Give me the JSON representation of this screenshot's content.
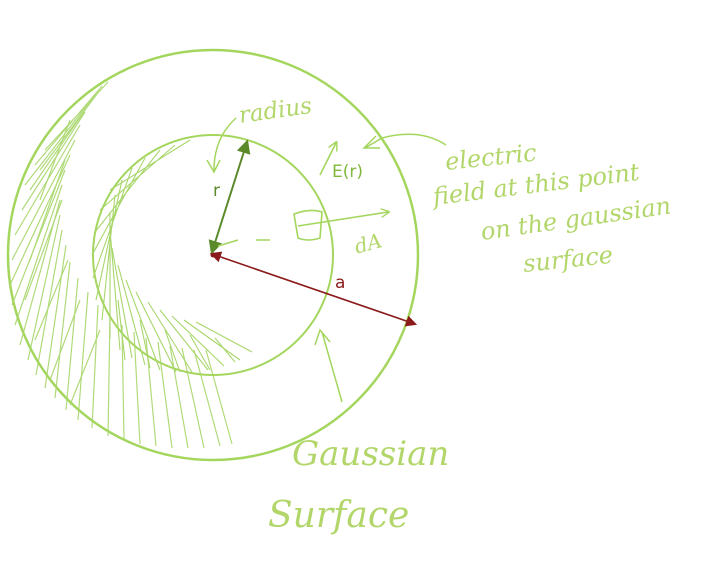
{
  "colors": {
    "outline": "#a4d65e",
    "hatch": "#a8d66a",
    "handwriting": "#b2d66a",
    "radius_arrow": "#5a8a2a",
    "a_arrow": "#8b1a1a",
    "e_label": "#7fb83a"
  },
  "labels": {
    "r": "r",
    "a": "a",
    "E": "E(r)",
    "dA": "dA",
    "radius": "radius",
    "electric_1": "electric",
    "electric_2": "field at this point",
    "electric_3": "on the gaussian",
    "electric_4": "surface",
    "gaussian_1": "Gaussian",
    "gaussian_2": "Surface"
  }
}
